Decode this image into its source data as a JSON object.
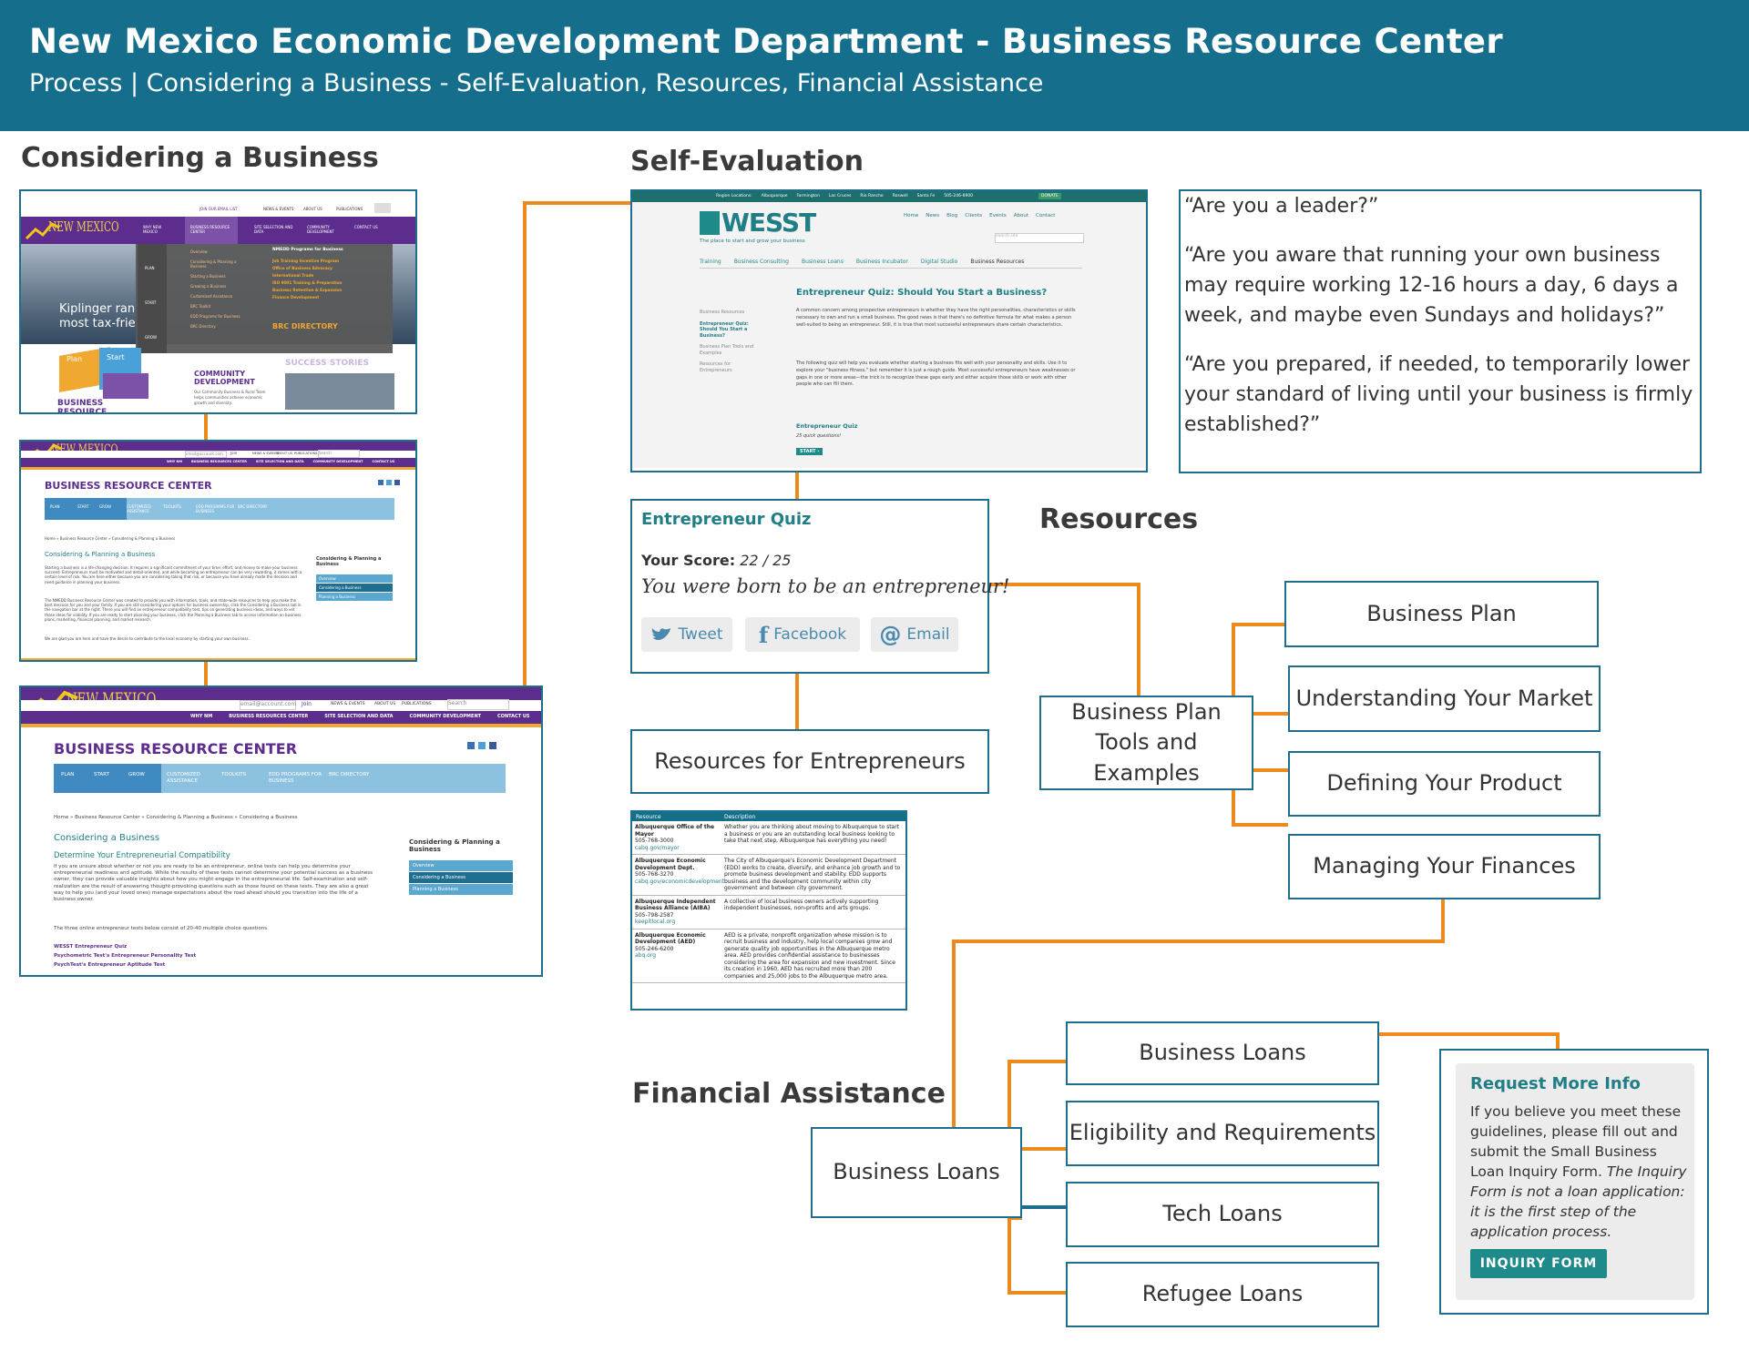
{
  "banner": {
    "title": "New Mexico Economic Development Department - Business Resource Center",
    "subtitle": "Process | Considering a Business - Self-Evaluation, Resources, Financial Assistance"
  },
  "sections": {
    "considering": "Considering a Business",
    "self_eval": "Self-Evaluation",
    "resources": "Resources",
    "financial": "Financial Assistance"
  },
  "screens": {
    "nm_menu": {
      "logo": "NEW MEXICO",
      "nav": [
        "WHY NEW MEXICO",
        "BUSINESS RESOURCE CENTER",
        "SITE SELECTION AND DATA",
        "COMMUNITY DEVELOPMENT",
        "CONTACT US"
      ],
      "top_links": [
        "JOIN OUR EMAIL LIST",
        "NEWS & EVENTS",
        "ABOUT US",
        "PUBLICATIONS"
      ],
      "menu_left": [
        "Overview",
        "Considering & Planning a Business",
        "Starting a Business",
        "Growing a Business",
        "Customized Assistance",
        "BRC Toolkit",
        "EDD Programs for Business",
        "BRC Directory"
      ],
      "menu_right_title": "NMEDD Programs for Business",
      "menu_right": [
        "Job Training Incentive Program",
        "Office of Business Advocacy",
        "International Trade",
        "ISO 9001 Training & Preparation",
        "Business Retention & Expansion",
        "Finance Development"
      ],
      "menu_icons": [
        "PLAN",
        "START",
        "GROW"
      ],
      "brc_directory": "BRC DIRECTORY",
      "hero_text_1": "Kiplinger ran",
      "hero_text_2": "most tax-frie",
      "plan": "Plan",
      "start": "Start",
      "community": "COMMUNITY DEVELOPMENT",
      "community_text": "Our Community Business & Rural Team helps communities achieve economic growth and diversity.",
      "success": "SUCCESS STORIES",
      "business_brc": "BUSINESS RESOURCE CENTER"
    },
    "brc_small": {
      "logo": "NEW MEXICO",
      "email_placeholder": "email@account.com",
      "join": "Join",
      "top_links": [
        "NEWS & EVENTS",
        "ABOUT US",
        "PUBLICATIONS"
      ],
      "search": "Search",
      "nav": [
        "WHY NM",
        "BUSINESS RESOURCES CENTER",
        "SITE SELECTION AND DATA",
        "COMMUNITY DEVELOPMENT",
        "CONTACT US"
      ],
      "heading": "BUSINESS RESOURCE CENTER",
      "tabs": [
        "PLAN",
        "START",
        "GROW",
        "CUSTOMIZED ASSISTANCE",
        "TOOLKITS",
        "EDD PROGRAMS FOR BUSINESS",
        "BRC DIRECTORY"
      ],
      "breadcrumb": "Home » Business Resource Center » Considering & Planning a Business",
      "page_title": "Considering & Planning a Business",
      "body": "Starting a business is a life-changing decision. It requires a significant commitment of your time, effort, and money to make your business succeed. Entrepreneurs must be motivated and detail-oriented, and while becoming an entrepreneur can be very rewarding, it comes with a certain level of risk. You are here either because you are considering taking that risk, or because you have already made the decision and need guidance in planning your business.",
      "body2": "The NMEDD Business Resource Center was created to provide you with information, tools, and state-wide resources to help you make the best decision for you and your family. If you are still considering your options for business ownership, click the Considering a Business tab in the navigation bar at the right. There you will find an entrepreneur compatibility test, tips on generating business ideas, and ways to vet those ideas for viability. If you are ready to start planning your business, click the Planning a Business tab to access information on business plans, marketing, financial planning, and market research.",
      "body3": "We are glad you are here and have the desire to contribute to the local economy by starting your own business.",
      "side_title": "Considering & Planning a Business",
      "side_items": [
        "Overview",
        "Considering a Business",
        "Planning a Business"
      ]
    },
    "brc_large": {
      "logo": "NEW MEXICO",
      "email_placeholder": "email@account.com",
      "join": "Join",
      "top_links": [
        "NEWS & EVENTS",
        "ABOUT US",
        "PUBLICATIONS"
      ],
      "search": "Search",
      "nav": [
        "WHY NM",
        "BUSINESS RESOURCES CENTER",
        "SITE SELECTION AND DATA",
        "COMMUNITY DEVELOPMENT",
        "CONTACT US"
      ],
      "heading": "BUSINESS RESOURCE CENTER",
      "tabs": [
        "PLAN",
        "START",
        "GROW",
        "CUSTOMIZED ASSISTANCE",
        "TOOLKITS",
        "EDD PROGRAMS FOR BUSINESS",
        "BRC DIRECTORY"
      ],
      "breadcrumb": "Home » Business Resource Center » Considering & Planning a Business » Considering a Business",
      "page_title": "Considering a Business",
      "sub_title": "Determine Your Entrepreneurial Compatibility",
      "body": "If you are unsure about whether or not you are ready to be an entrepreneur, online tests can help you determine your entrepreneurial readiness and aptitude. While the results of these tests cannot determine your potential success as a business owner, they can provide valuable insights about how you might engage in the entrepreneurial life. Self-examination and self-realization are the result of answering thought-provoking questions such as those found on these tests. They are also a great way to help you (and your loved ones) manage expectations about the road ahead should you transition into the life of a business owner.",
      "body2": "The three online entrepreneur tests below consist of 20-40 multiple choice questions.",
      "links": [
        "WESST Entrepreneur Quiz",
        "Psychometric Test's Entrepreneur Personality Test",
        "PsychTest's Entrepreneur Aptitude Test"
      ],
      "side_title": "Considering & Planning a Business",
      "side_items": [
        "Overview",
        "Considering a Business",
        "Planning a Business"
      ]
    },
    "wesst": {
      "top_bar": [
        "Region Locations:",
        "Albuquerque",
        "Farmington",
        "Las Cruces",
        "Rio Rancho",
        "Roswell",
        "Santa Fe",
        "505-246-6900"
      ],
      "donate": "DONATE",
      "logo": "WESST",
      "tagline": "The place to start and grow your business",
      "top_nav": [
        "Home",
        "News",
        "Blog",
        "Clients",
        "Events",
        "About",
        "Contact"
      ],
      "search": "search site",
      "main_nav": [
        "Training",
        "Business Consulting",
        "Business Loans",
        "Business Incubator",
        "Digital Studio",
        "Business Resources"
      ],
      "side": [
        "Business Resources",
        "Entrepreneur Quiz: Should You Start a Business?",
        "Business Plan Tools and Examples",
        "Resources for Entrepreneurs"
      ],
      "heading": "Entrepreneur Quiz: Should You Start a Business?",
      "p1": "A common concern among prospective entrepreneurs is whether they have the right personalities, characteristics or skills necessary to own and run a small business. The good news is that there's no definitive formula for what makes a person well-suited to being an entrepreneur. Still, it is true that most successful entrepreneurs share certain characteristics.",
      "p2": "The following quiz will help you evaluate whether starting a business fits well with your personality and skills. Use it to explore your \"business fitness,\" but remember it is just a rough guide. Most successful entrepreneurs have weaknesses or gaps in one or more areas—the trick is to recognize these gaps early and either acquire those skills or work with other people who can fill them.",
      "quiz_label": "Entrepreneur Quiz",
      "quiz_count": "25 quick questions!",
      "start": "START ›"
    }
  },
  "quotes": [
    "“Are you a leader?”",
    "“Are you aware that running your own business may require working 12-16 hours a day, 6 days a week, and maybe even Sundays and holidays?”",
    "“Are you prepared, if needed, to temporarily lower your standard of living until your business is firmly established?”"
  ],
  "quiz": {
    "title": "Entrepreneur Quiz",
    "score_label": "Your Score:",
    "score": "22 / 25",
    "message": "You were born to be an entrepreneur!",
    "share": [
      {
        "label": "Tweet",
        "icon": "twitter-bird-icon"
      },
      {
        "label": "Facebook",
        "icon": "facebook-f-icon"
      },
      {
        "label": "Email",
        "icon": "at-sign-icon"
      }
    ]
  },
  "resources_for_entrepreneurs": "Resources for Entrepreneurs",
  "resource_table": {
    "headers": [
      "Resource",
      "Description"
    ],
    "rows": [
      {
        "org": "Albuquerque Office of the Mayor",
        "phone": "505-768-3000",
        "link": "cabq.gov/mayor",
        "desc": "Whether you are thinking about moving to Albuquerque to start a business or you are an outstanding local business looking to take that next step, Albuquerque has everything you need!"
      },
      {
        "org": "Albuquerque Economic Development Dept.",
        "phone": "505-768-3270",
        "link": "cabq.gov/economicdevelopment",
        "desc": "The City of Albuquerque's Economic Development Department (EDD) works to create, diversify, and enhance job growth and to promote business development and stability. EDD supports business and the development community within city government and between city government."
      },
      {
        "org": "Albuquerque Independent Business Alliance (AIBA)",
        "phone": "505-798-2587",
        "link": "keepitlocal.org",
        "desc": "A collective of local business owners actively supporting independent businesses, non-profits and arts groups."
      },
      {
        "org": "Albuquerque Economic Development (AED)",
        "phone": "505-246-6200",
        "link": "abq.org",
        "desc": "AED is a private, nonprofit organization whose mission is to recruit business and industry, help local companies grow and generate quality job opportunities in the Albuquerque metro area. AED provides confidential assistance to businesses considering the area for expansion and new investment. Since its creation in 1960, AED has recruited more than 200 companies and 25,000 jobs to the Albuquerque metro area."
      }
    ]
  },
  "bp_tools": "Business Plan Tools and Examples",
  "bp_children": [
    "Business Plan",
    "Understanding Your Market",
    "Defining Your Product",
    "Managing Your Finances"
  ],
  "loans_node": "Business Loans",
  "loan_children": [
    "Business Loans",
    "Eligibility and Requirements",
    "Tech Loans",
    "Refugee Loans"
  ],
  "request": {
    "title": "Request More Info",
    "body_plain": "If you believe you meet these guidelines, please fill out and submit the Small Business Loan Inquiry Form.",
    "body_italic": "The Inquiry Form is not a loan application: it is the first step of the application process.",
    "button": "INQUIRY FORM"
  },
  "colors": {
    "banner": "#146e8c",
    "connector": "#ed8a1e",
    "connector_alt": "#1e6f8e",
    "box_border": "#1e6f8e",
    "nm_purple": "#5d2d8e",
    "teal": "#1f7e86"
  }
}
